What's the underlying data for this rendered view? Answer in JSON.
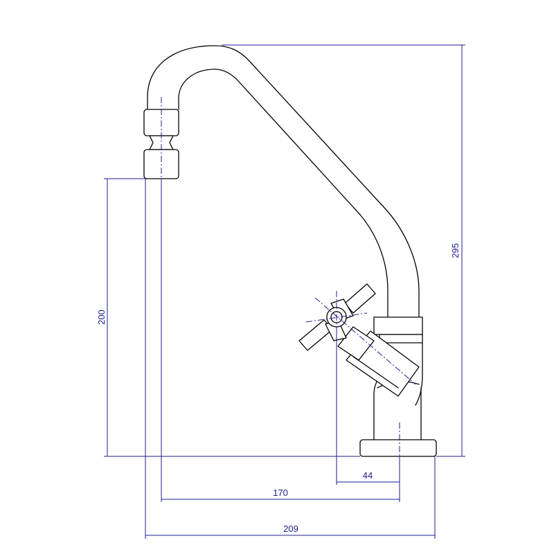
{
  "dimensions": {
    "total_height": "295",
    "outlet_height": "200",
    "handle_offset": "44",
    "spout_reach": "170",
    "overall_width": "209"
  },
  "colors": {
    "outline": "#000000",
    "dimension": "#1b1b8f"
  }
}
